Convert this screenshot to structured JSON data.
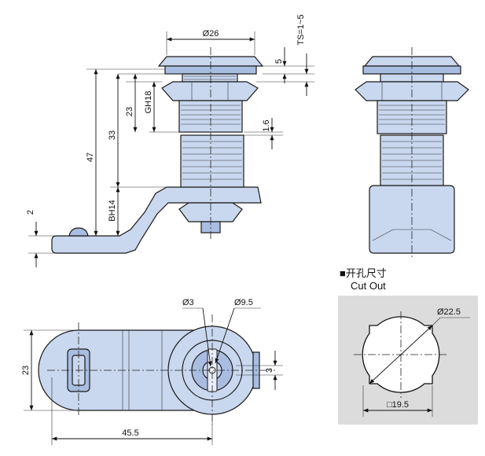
{
  "dimensions": {
    "d26": "Ø26",
    "ts": "TS=1~5",
    "h5": "5",
    "gh18": "GH18",
    "h23": "23",
    "h33": "33",
    "h47": "47",
    "h1_6": "1.6",
    "bh14": "BH14",
    "h2": "2",
    "d3": "Ø3",
    "d9_5": "Ø9.5",
    "w23": "23",
    "w3": "3",
    "l45_5": "45.5",
    "cut_d": "Ø22.5",
    "cut_sq": "□19.5"
  },
  "cutout": {
    "title_cn": "■开孔尺寸",
    "title_en": "Cut Out",
    "panel_color": "#dcdcdc"
  },
  "colors": {
    "part_fill": "#c9d7ef",
    "part_dark": "#a9bde0",
    "line": "#111111"
  }
}
